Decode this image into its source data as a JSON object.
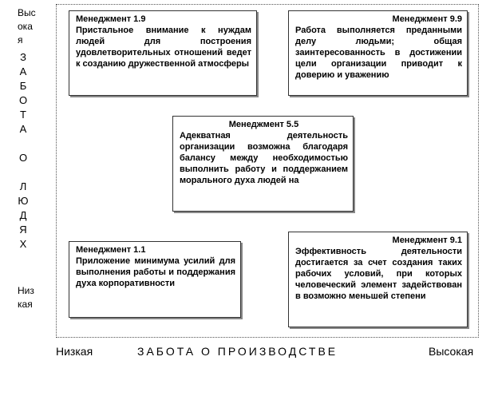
{
  "axes": {
    "y_high": "Высокая",
    "y_low": "Низкая",
    "y_label_letters": [
      "З",
      "А",
      "Б",
      "О",
      "Т",
      "А",
      "",
      "О",
      "",
      "Л",
      "Ю",
      "Д",
      "Я",
      "Х"
    ],
    "x_low": "Низкая",
    "x_label": "ЗАБОТА О ПРОИЗВОДСТВЕ",
    "x_high": "Высокая"
  },
  "boxes": [
    {
      "id": "1.9",
      "title": "Менеджмент 1.9",
      "body": "Пристальное внимание к нуждам людей для построения удовлетворительных отношений ведет к созданию дружественной атмосферы"
    },
    {
      "id": "9.9",
      "title": "Менеджмент 9.9",
      "body": "Работа выполняется преданными делу людьми; общая заинтересованность в достижении цели организации приводит к доверию и уважению"
    },
    {
      "id": "5.5",
      "title": "Менеджмент 5.5",
      "body": "Адекватная деятельность организации возможна благодаря балансу между необходимостью выполнить работу и поддержанием морального духа людей на"
    },
    {
      "id": "1.1",
      "title": "Менеджмент 1.1",
      "body": "Приложение минимума усилий для выполнения работы и поддержания духа корпоративности"
    },
    {
      "id": "9.1",
      "title": "Менеджмент 9.1",
      "body": "Эффективность деятельности достигается за счет создания таких рабочих условий, при которых человеческий элемент задействован в возможно меньшей степени"
    }
  ]
}
